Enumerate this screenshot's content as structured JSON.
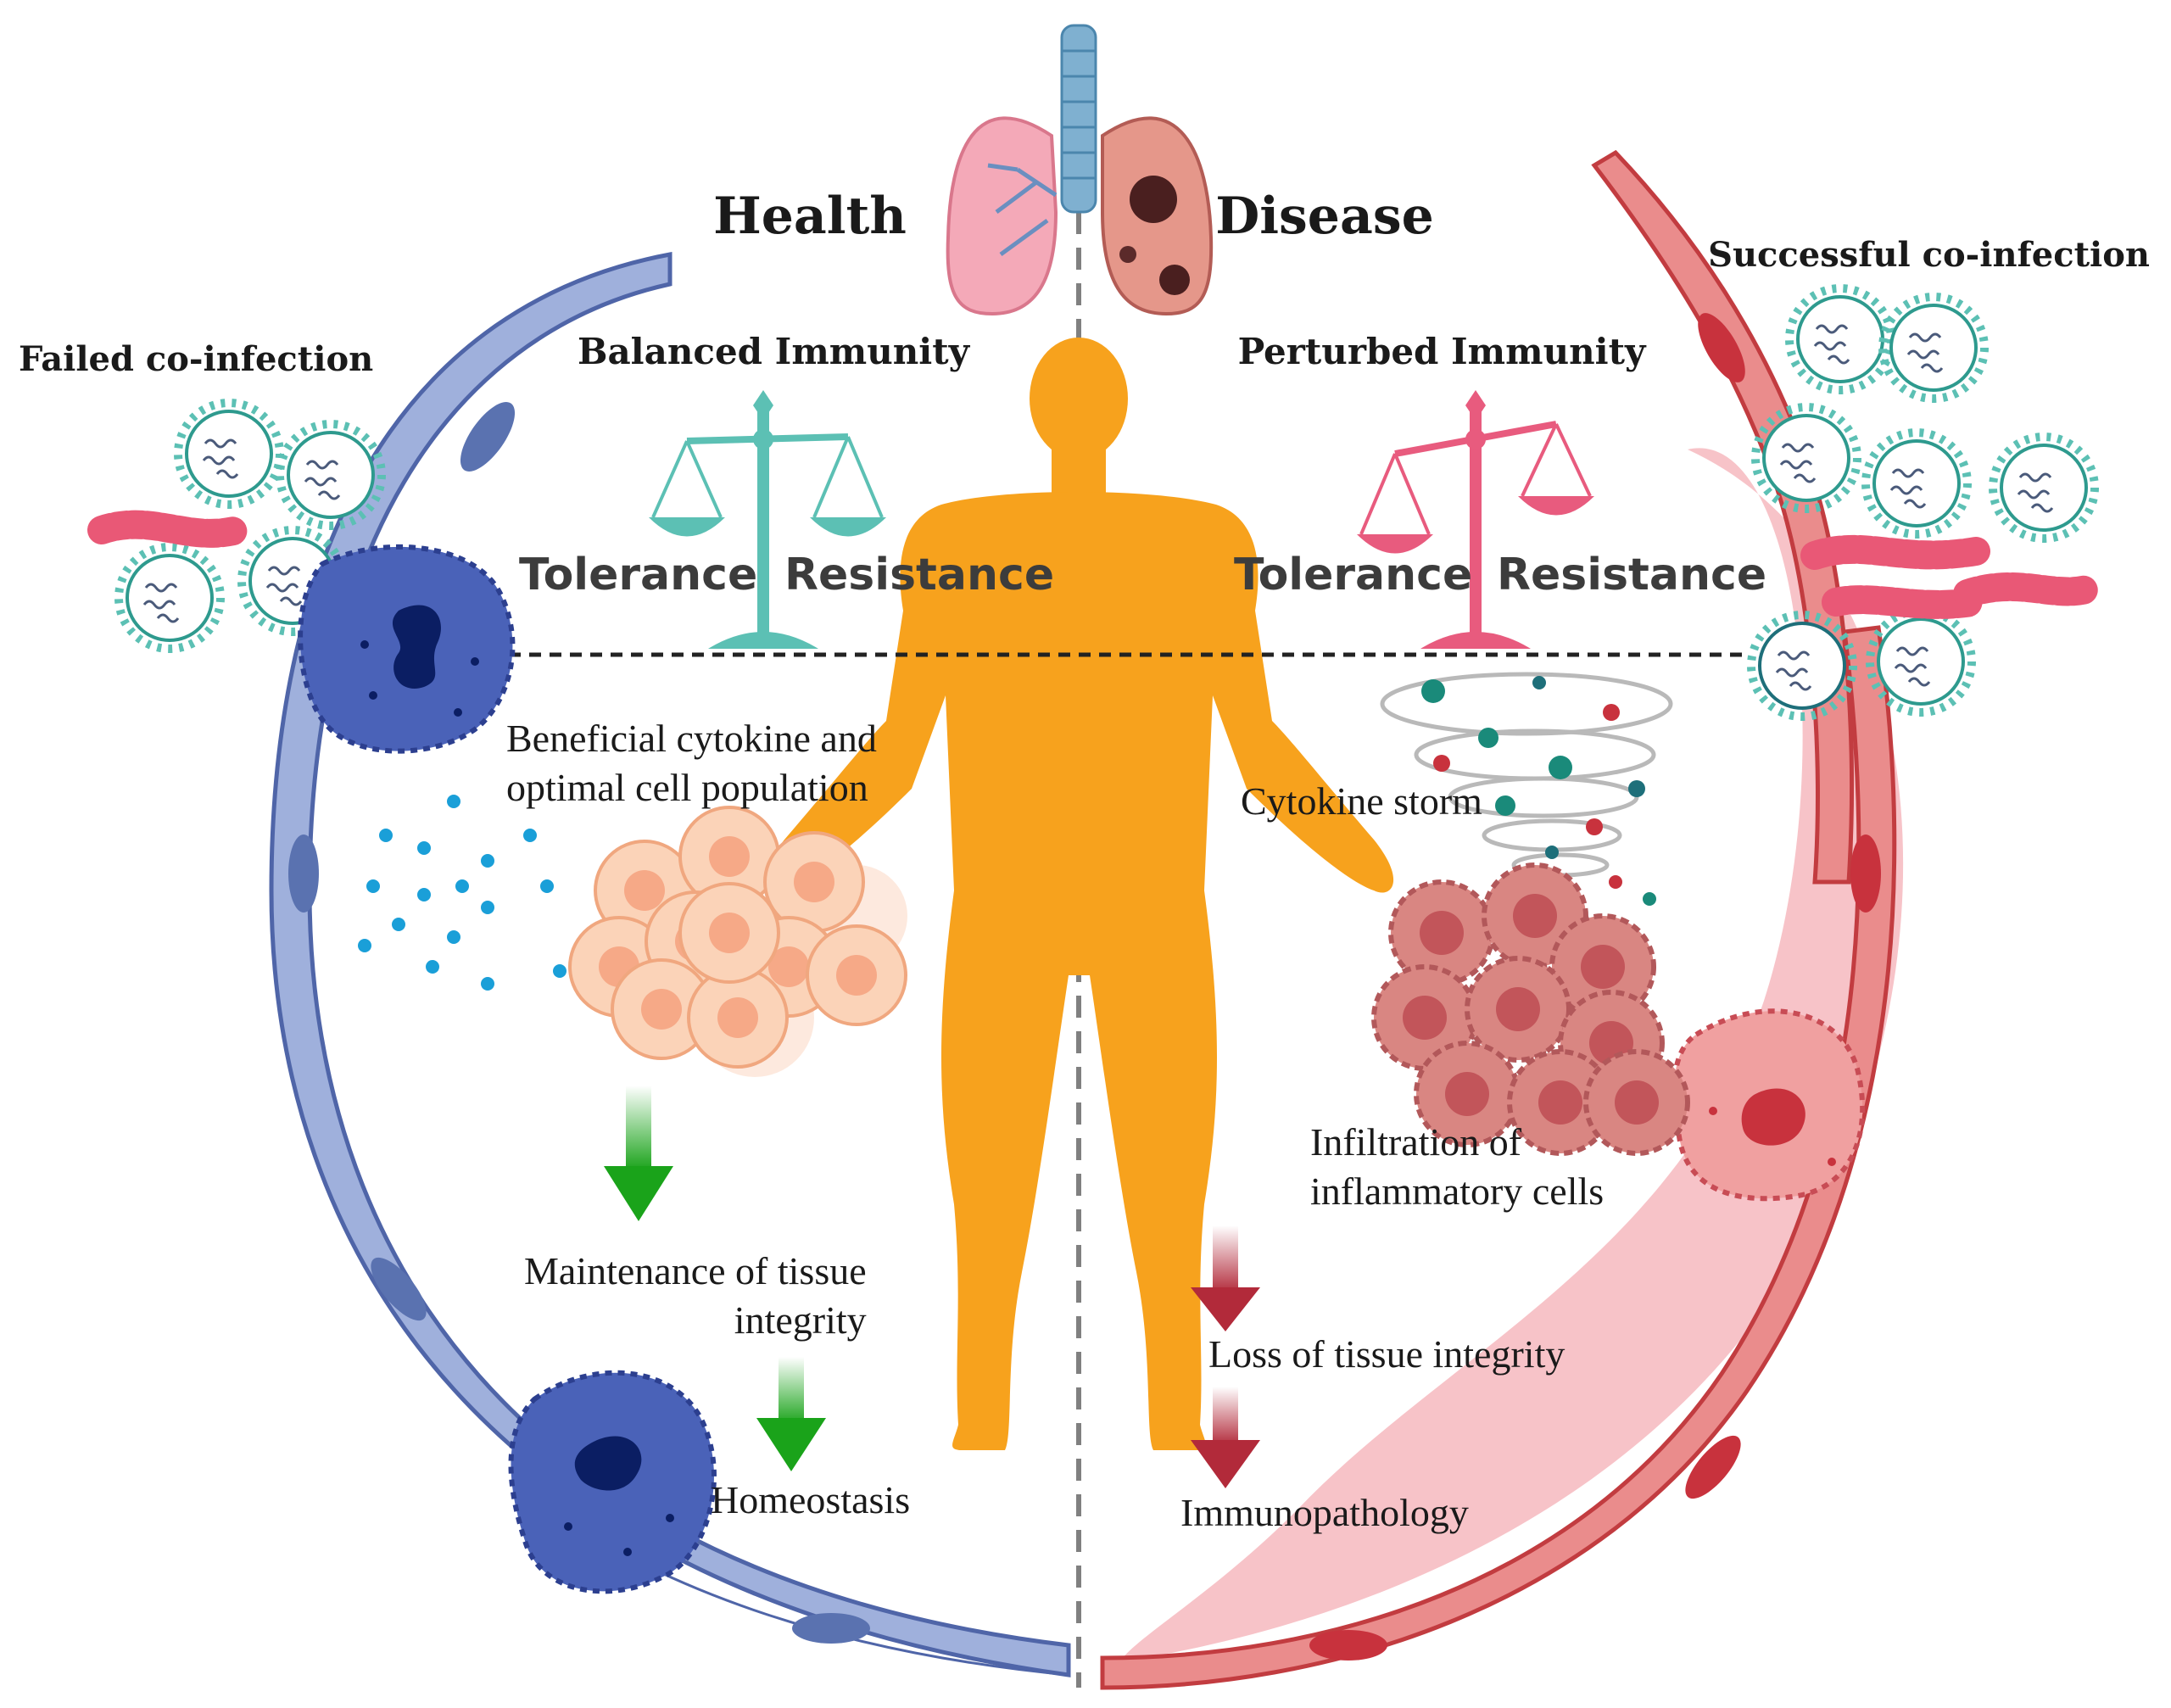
{
  "titles": {
    "health": "Health",
    "disease": "Disease"
  },
  "sides": {
    "failed": "Failed co-infection",
    "successful": "Successful co-infection"
  },
  "immunity": {
    "balanced": "Balanced Immunity",
    "perturbed": "Perturbed Immunity",
    "tolerance": "Tolerance",
    "resistance": "Resistance"
  },
  "health_flow": {
    "cytokine_line1": "Beneficial cytokine and",
    "cytokine_line2": "optimal cell population",
    "maintenance_line1": "Maintenance of tissue",
    "maintenance_line2": "integrity",
    "homeostasis": "Homeostasis"
  },
  "disease_flow": {
    "storm": "Cytokine storm",
    "infiltration_line1": "Infiltration of",
    "infiltration_line2": "inflammatory cells",
    "loss": "Loss of tissue integrity",
    "immunopathology": "Immunopathology"
  },
  "colors": {
    "health_vessel": "#9fb0dc",
    "disease_vessel": "#e98585",
    "teal": "#5cc0b4",
    "pink": "#e85b7e",
    "body": "#f7a21d",
    "arrow_green": "#1aa31a",
    "arrow_red": "#b22a3a"
  }
}
